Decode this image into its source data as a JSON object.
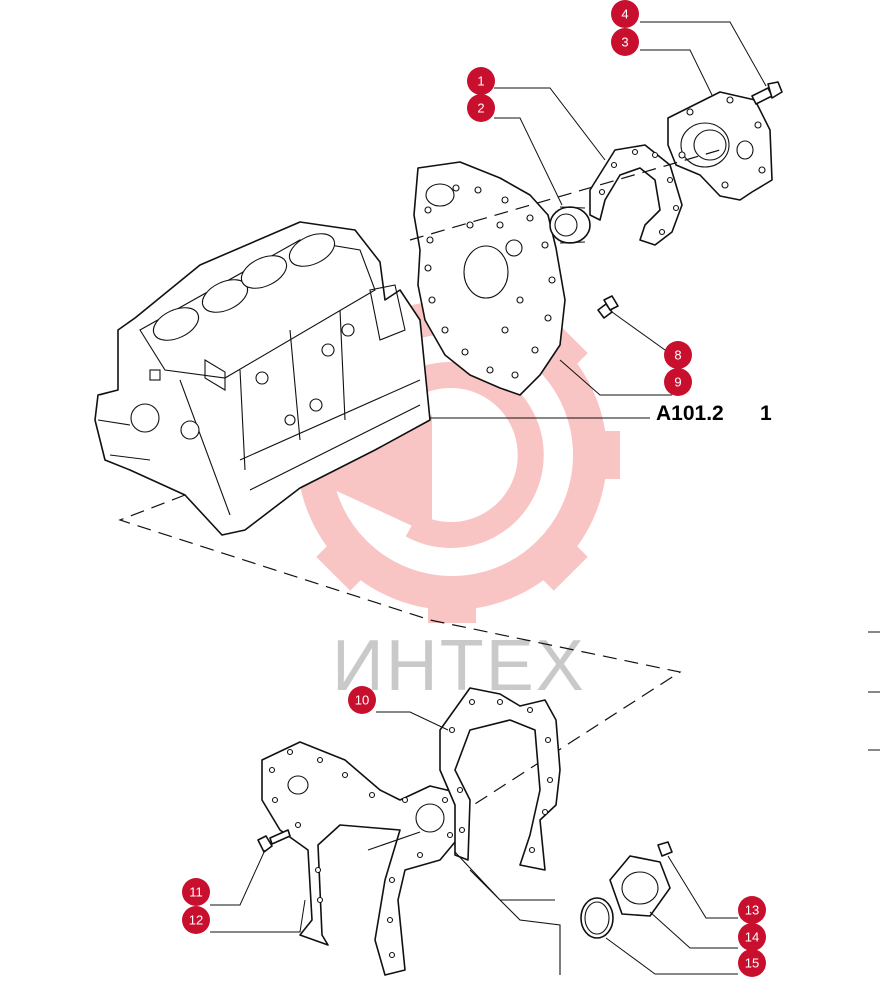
{
  "diagram": {
    "watermark": {
      "text": "ИНТЕХ",
      "color": "#f2a0a0"
    },
    "reference": {
      "code": "A101.2",
      "sheet": "1"
    },
    "callouts": [
      {
        "id": "c1",
        "label": "1"
      },
      {
        "id": "c2",
        "label": "2"
      },
      {
        "id": "c3",
        "label": "3"
      },
      {
        "id": "c4",
        "label": "4"
      },
      {
        "id": "c8",
        "label": "8"
      },
      {
        "id": "c9",
        "label": "9"
      },
      {
        "id": "c10",
        "label": "10"
      },
      {
        "id": "c11",
        "label": "11"
      },
      {
        "id": "c12",
        "label": "12"
      },
      {
        "id": "c13",
        "label": "13"
      },
      {
        "id": "c14",
        "label": "14"
      },
      {
        "id": "c15",
        "label": "15"
      }
    ],
    "callout_color": "#c8102e"
  }
}
